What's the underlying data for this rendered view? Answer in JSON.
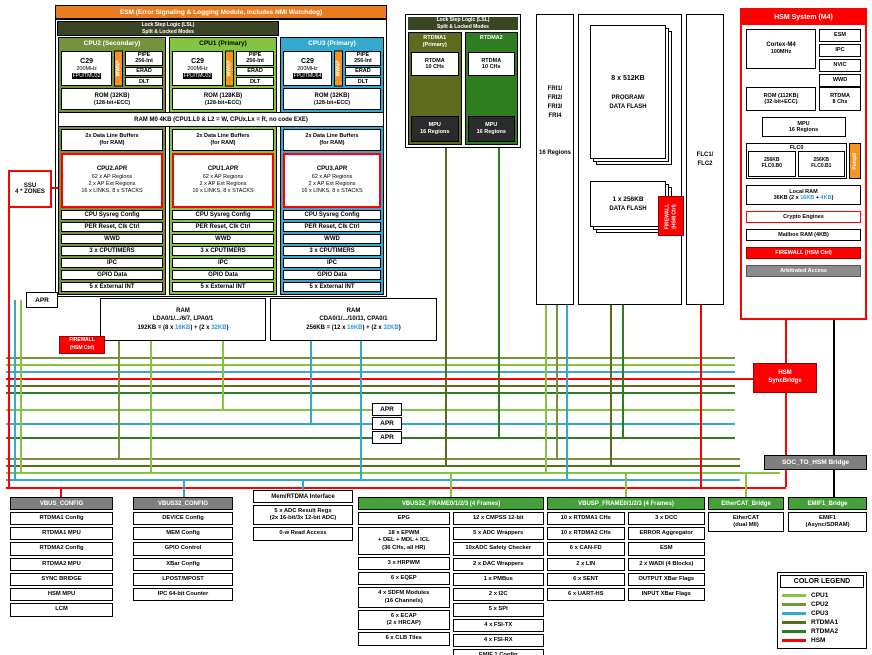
{
  "palette": {
    "cpu1": "#84C441",
    "cpu2": "#76923C",
    "cpu3": "#35A8D0",
    "rtdma1": "#5E6B1E",
    "rtdma2": "#2E7D20",
    "hsm": "#FF0000",
    "orange": "#E87C1E",
    "lsl": "#3A4525",
    "grayhdr": "#7F7F7F",
    "green": "#44A038",
    "pump": "#F7941D",
    "kbblue": "#2E9BD6"
  },
  "esm_banner": "ESM (Error Signaling & Logging Module, Includes NMI Watchdog)",
  "lsl_cpu": {
    "line1": "Lock Step Logic (LSL)",
    "line2": "Split & Locked Modes"
  },
  "cpus": [
    {
      "title": "CPU2 (Secondary)",
      "core": "C29",
      "freq": "200MHz",
      "fpu": "FPU/TMU32",
      "wwsp": "WWSP",
      "pipe": "PIPE",
      "pipe_sub": "256-Int",
      "erad": "ERAD",
      "dlt": "DLT",
      "rom": "ROM (32KB)",
      "rom_sub": "(128-bit+ECC)",
      "buffers_l1": "2x Data Line Buffers",
      "buffers_l2": "(for RAM)",
      "apr": {
        "title": "CPU2.APR",
        "l1": "62 x AP Regions",
        "l2": "2 x AP Ext Regions",
        "l3": "16 x LINKS, 8 x STACKS"
      },
      "rows": [
        "CPU Sysreg Config",
        "PER Reset, Clk Ctrl",
        "WWD",
        "3 x CPUTIMERS",
        "IPC",
        "GPIO Data",
        "5 x External INT"
      ]
    },
    {
      "title": "CPU1 (Primary)",
      "core": "C29",
      "freq": "200MHz",
      "fpu": "FPU/TMU32",
      "wwsp": "WWSP",
      "pipe": "PIPE",
      "pipe_sub": "256-Int",
      "erad": "ERAD",
      "dlt": "DLT",
      "rom": "ROM (128KB)",
      "rom_sub": "(128-bit+ECC)",
      "buffers_l1": "2x Data Line Buffers",
      "buffers_l2": "(for RAM)",
      "apr": {
        "title": "CPU1.APR",
        "l1": "62 x AP Regions",
        "l2": "2 x AP Ext Regions",
        "l3": "16 x LINKS, 8 x STACKS"
      },
      "rows": [
        "CPU Sysreg Config",
        "PER Reset, Clk Ctrl",
        "WWD",
        "3 x CPUTIMERS",
        "IPC",
        "GPIO Data",
        "5 x External INT"
      ]
    },
    {
      "title": "CPU3 (Primary)",
      "core": "C29",
      "freq": "200MHz",
      "fpu": "FPU/TMU64",
      "wwsp": "WWSP",
      "pipe": "PIPE",
      "pipe_sub": "256-Int",
      "erad": "ERAD",
      "dlt": "DLT",
      "rom": "ROM (32KB)",
      "rom_sub": "(128-bit+ECC)",
      "buffers_l1": "2x Data Line Buffers",
      "buffers_l2": "(for RAM)",
      "apr": {
        "title": "CPU3.APR",
        "l1": "62 x AP Regions",
        "l2": "2 x AP Ext Regions",
        "l3": "16 x LINKS, 8 x STACKS"
      },
      "rows": [
        "CPU Sysreg Config",
        "PER Reset, Clk Ctrl",
        "WWD",
        "3 x CPUTIMERS",
        "IPC",
        "GPIO Data",
        "5 x External INT"
      ]
    }
  ],
  "ram_m0": "RAM M0 4KB (CPU1.L0 & L2 = W, CPUx.Lx = R, no code EXE)",
  "ssu": {
    "l1": "SSU",
    "l2": "4 * ZONES"
  },
  "apr_left": "APR",
  "apr_mid": [
    "APR",
    "APR",
    "APR"
  ],
  "ram_lda": {
    "title": "RAM",
    "banks": "LDA0/1/.../6/7, LPA0/1",
    "p1": "192KB = (8 x ",
    "b1": "16KB",
    "p2": ") + (2 x ",
    "b2": "32KB",
    "p3": ")"
  },
  "ram_cda": {
    "title": "RAM",
    "banks": "CDA0/1/.../10/11, CPA0/1",
    "p1": "256KB = (12 x ",
    "b1": "16KB",
    "p2": ") + (2 x ",
    "b2": "32KB",
    "p3": ")"
  },
  "firewall_tag": {
    "l1": "FIREWALL",
    "l2": "(HSM Ctrl)"
  },
  "rtdma_cluster": {
    "lsl1": "Lock Step Logic (LSL)",
    "lsl2": "Split & Locked Modes",
    "units": [
      {
        "title1": "RTDMA1",
        "title2": "(Primary)",
        "ch1": "RTDMA",
        "ch2": "10 CHs",
        "mpu1": "MPU",
        "mpu2": "16 Regions"
      },
      {
        "title1": "RTDMA2",
        "title2": "",
        "ch1": "RTDMA",
        "ch2": "10 CHs",
        "mpu1": "MPU",
        "mpu2": "16 Regions"
      }
    ]
  },
  "fri": {
    "lines": [
      "FRI1/",
      "FRI2/",
      "FRI3/",
      "FRI4"
    ],
    "regions": "16 Regions"
  },
  "flash_main": {
    "l1": "8 x 512KB",
    "l2": "PROGRAM/",
    "l3": "DATA FLASH"
  },
  "flash_data": {
    "l1": "1 x 256KB",
    "l2": "DATA FLASH"
  },
  "flc": {
    "lines": [
      "FLC1/",
      "FLC2"
    ]
  },
  "hsm": {
    "title": "HSM System (M4)",
    "cortex1": "Cortex-M4",
    "cortex2": "100MHz",
    "side": [
      "ESM",
      "IPC",
      "NVIC",
      "WWD"
    ],
    "rom1": "ROM (112KB)",
    "rom2": "(32-bit+ECC)",
    "rtdma1": "RTDMA",
    "rtdma2": "8 Chs",
    "mpu1": "MPU",
    "mpu2": "16 Regions",
    "flc0": "FLC0",
    "flc0_b0a": "256KB",
    "flc0_b0b": "FLC0.B0",
    "flc0_b1a": "256KB",
    "flc0_b1b": "FLC0.B1",
    "pump": "Pump0",
    "lram1": "Local RAM",
    "lram_p1": "36KB (2 x ",
    "lram_b1": "16KB",
    "lram_p2": " + ",
    "lram_b2": "4KB",
    "lram_p3": ")",
    "crypto": "Crypto Engines",
    "mailbox": "Mailbox RAM (4KB)",
    "firewall": "FIREWALL (HSM Ctrl)",
    "arb": "Arbitrated Access"
  },
  "sync_bridge": {
    "l1": "HSM",
    "l2": "SyncBridge"
  },
  "soc_bridge": "SOC_TO_HSM Bridge",
  "tables": {
    "vbus_config": {
      "header": "VBUS_CONFIG",
      "rows": [
        "RTDMA1 Config",
        "RTDMA1 MPU",
        "RTDMA2 Config",
        "RTDMA2 MPU",
        "SYNC BRIDGE",
        "HSM MPU",
        "LCM"
      ]
    },
    "vbus32_config": {
      "header": "VBUS32_CONFIG",
      "rows": [
        "DEVICE Config",
        "MEM Config",
        "GPIO Control",
        "XBar Config",
        "LPOST/MPOST",
        "IPC 64-bit Counter"
      ]
    },
    "mem_rtdma": {
      "header": "Mem/RTDMA Interface",
      "rows": [
        "5 x ADC Result Regs\n(2x 16-bit/3x 12-bit ADC)",
        "0-w Read Access"
      ]
    },
    "vbus32_frame": {
      "header": "VBUS32_FRAME0/1/2/3  (4 Frames)",
      "left": [
        "EPG",
        "18 x EPWM\n+ DEL + MDL + ICL\n(36 CHs, all HR)",
        "3 x HRPWM",
        "6 x EQEP",
        "4 x SDFM Modules\n(16 Channels)",
        "6 x ECAP\n(2 x HRCAP)",
        "6 x CLB Tiles"
      ],
      "right": [
        "12 x CMPSS 12-bit",
        "5 x ADC Wrappers",
        "10xADC Safety Checker",
        "2 x DAC Wrappers",
        "1 x PMBus",
        "2 x I2C",
        "5 x SPI",
        "4 x FSI-TX",
        "4 x FSI-RX",
        "EMIF 1 Config"
      ]
    },
    "vbusp_frame": {
      "header": "VBUSP_FRAME0/1/2/3  (4 Frames)",
      "left": [
        "10 x RTDMA1 CHs",
        "10 x RTDMA2 CHs",
        "6 x CAN-FD",
        "2 x LIN",
        "6 x SENT",
        "6 x UART-HS"
      ],
      "right": [
        "3 x DCC",
        "ERROR Aggregator",
        "ESM",
        "2 x WADI (4 Blocks)",
        "OUTPUT XBar Flags",
        "INPUT XBar Flags"
      ]
    },
    "ethercat": {
      "header": "EtherCAT_Bridge",
      "rows": [
        "EtherCAT\n(dual MII)"
      ]
    },
    "emif1": {
      "header": "EMIF1_Bridge",
      "rows": [
        "EMIF1\n(Async/SDRAM)"
      ]
    }
  },
  "legend": {
    "title": "COLOR LEGEND",
    "items": [
      {
        "label": "CPU1",
        "color": "#84C441"
      },
      {
        "label": "CPU2",
        "color": "#76923C"
      },
      {
        "label": "CPU3",
        "color": "#35A8D0"
      },
      {
        "label": "RTDMA1",
        "color": "#5E6B1E"
      },
      {
        "label": "RTDMA2",
        "color": "#2E7D20"
      },
      {
        "label": "HSM",
        "color": "#FF0000"
      }
    ]
  }
}
